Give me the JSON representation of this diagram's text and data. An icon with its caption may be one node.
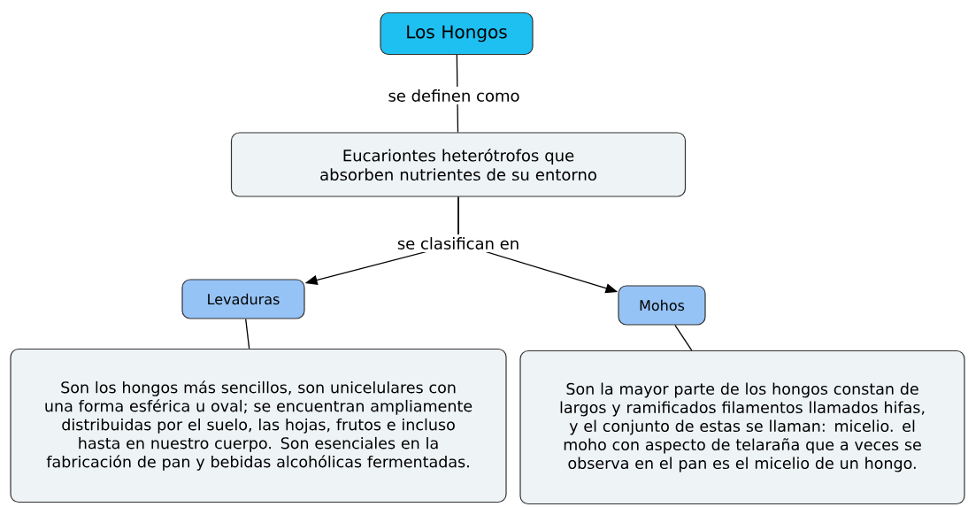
{
  "diagram": {
    "nodes": [
      {
        "text": [
          "Los Hongos"
        ]
      },
      {
        "text": [
          "Eucariontes heterótrofos que absorben nutrientes de su entorno"
        ]
      },
      {
        "text": [
          "Levaduras"
        ]
      },
      {
        "text": [
          "Mohos"
        ]
      },
      {
        "text": [
          "Son los hongos más sencillos, son unicelulares con una forma esférica u oval; se encuentran ampliamente distribuidas por el suelo, las hojas, frutos e incluso hasta en nuestro cuerpo. Son esenciales en la fabricación de pan y bebidas alcohólicas fermentadas."
        ]
      },
      {
        "text": [
          "Son la mayor parte de los hongos constan de largos y ramificados filamentos llamados hifas, y el conjunto de estas se llaman: micelio. el moho con aspecto de telaraña que a veces se observa en el pan es el micelio de un hongo."
        ]
      }
    ],
    "edges": [
      {
        "from": 0,
        "to": 1,
        "arrow": "none",
        "label": "se definen como"
      },
      {
        "from": 1,
        "to": 2,
        "arrow": "to",
        "label": "se clasifican en"
      },
      {
        "from": 1,
        "to": 3,
        "arrow": "to"
      },
      {
        "from": 2,
        "to": 4,
        "arrow": "none"
      },
      {
        "from": 3,
        "to": 5,
        "arrow": "none"
      }
    ]
  }
}
